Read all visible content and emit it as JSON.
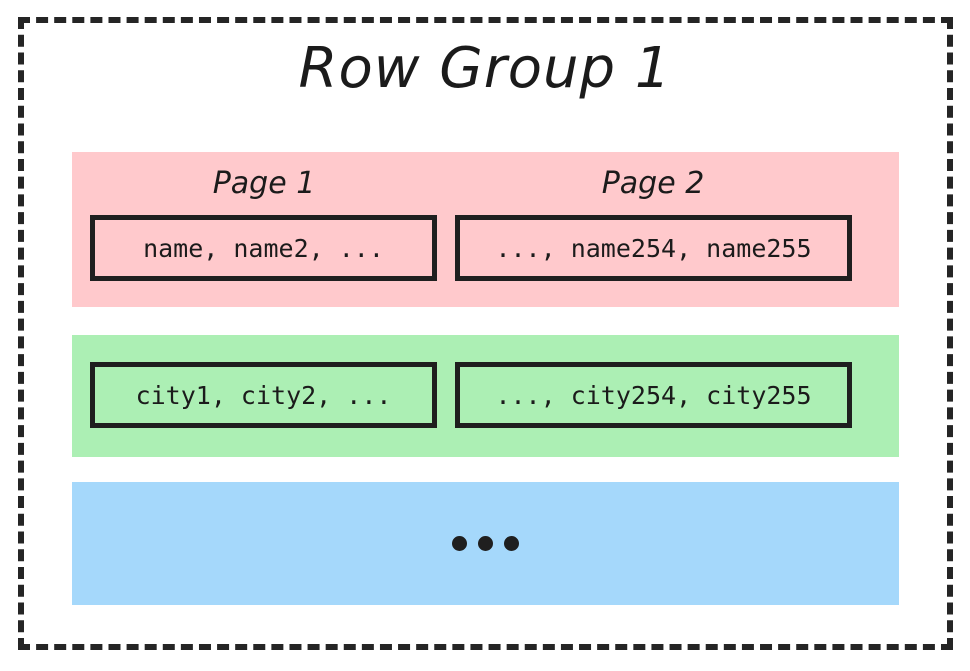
{
  "diagram": {
    "title": "Row Group 1",
    "frame_style": "dashed",
    "colors": {
      "name_band": "#ffc9cc",
      "city_band": "#acefb4",
      "more_band": "#a5d8fb",
      "stroke": "#1f1f1f",
      "background": "#ffffff"
    },
    "page_labels": [
      {
        "label": "Page 1"
      },
      {
        "label": "Page 2"
      }
    ],
    "column_bands": [
      {
        "column": "name",
        "color": "#ffc9cc",
        "has_page_labels": true,
        "pages": [
          {
            "values": "name, name2, ..."
          },
          {
            "values": "..., name254, name255"
          }
        ]
      },
      {
        "column": "city",
        "color": "#acefb4",
        "has_page_labels": false,
        "pages": [
          {
            "values": "city1, city2, ..."
          },
          {
            "values": "..., city254, city255"
          }
        ]
      },
      {
        "column": "more",
        "color": "#a5d8fb",
        "has_page_labels": false,
        "ellipsis": "•••",
        "pages": []
      }
    ]
  }
}
